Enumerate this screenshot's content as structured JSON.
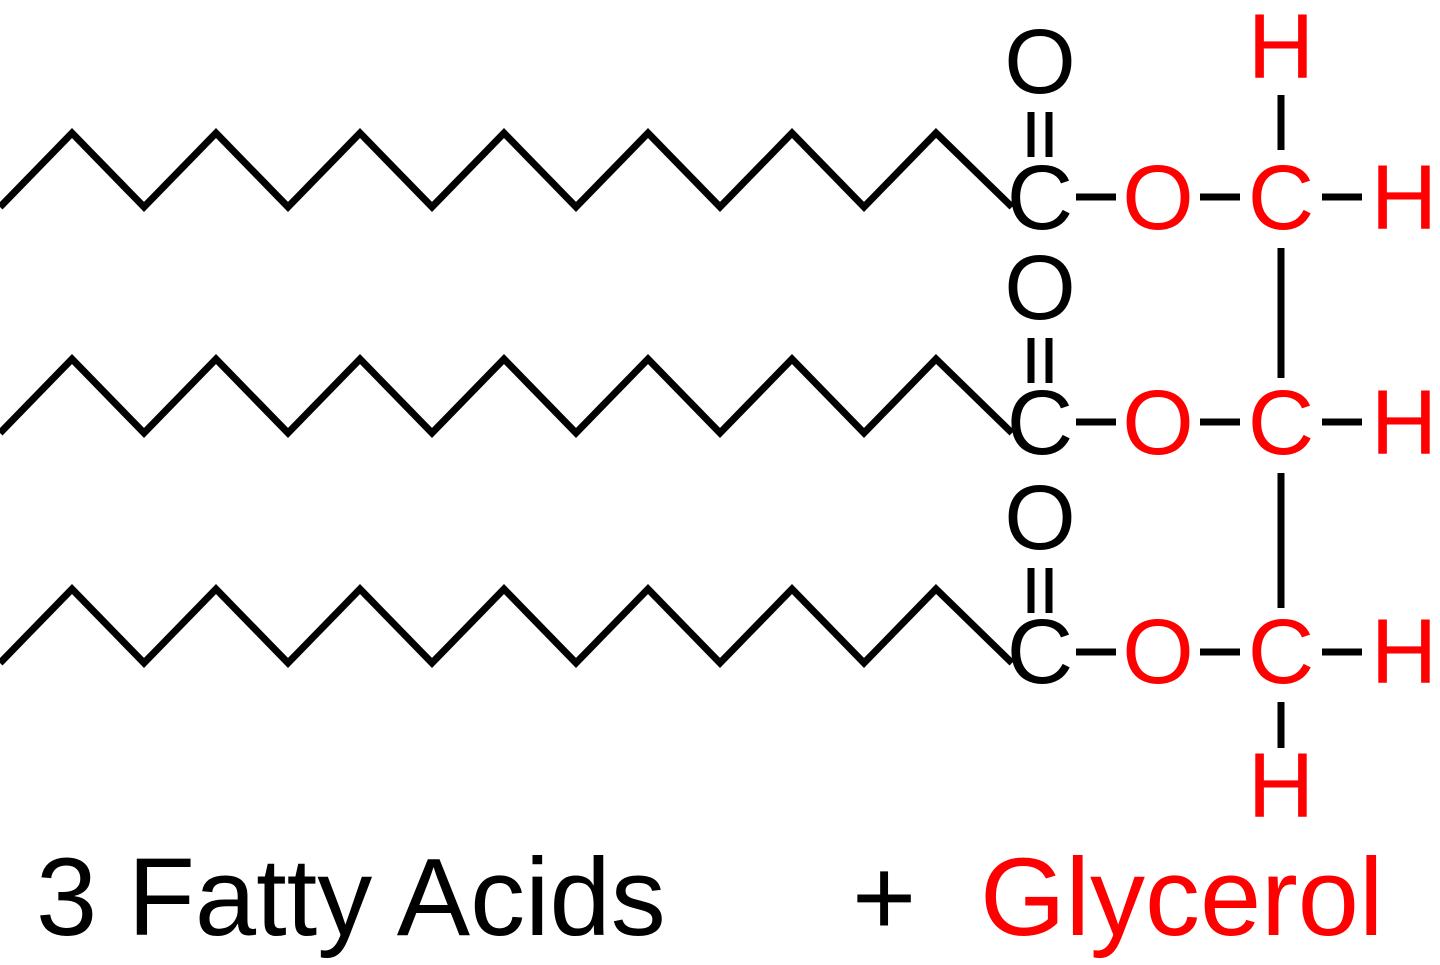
{
  "colors": {
    "fatty_acid": "#000000",
    "glycerol": "#ff0000"
  },
  "fatty_acids": {
    "count": 3,
    "carbonyl_oxygen": "O",
    "carbonyl_carbon": "C"
  },
  "glycerol": {
    "ester_oxygen": "O",
    "carbon": "C",
    "hydrogen": "H"
  },
  "labels": {
    "fatty_acids": "3 Fatty Acids",
    "plus": "+",
    "glycerol": "Glycerol"
  }
}
